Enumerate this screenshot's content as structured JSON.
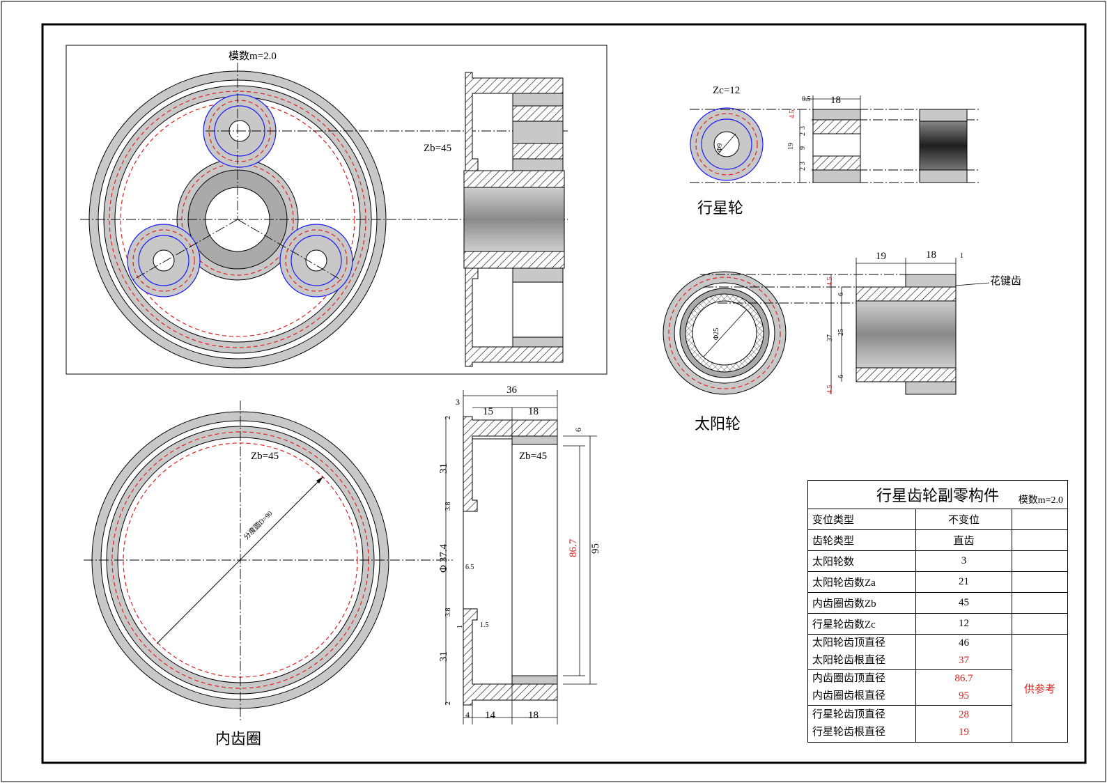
{
  "top_view": {
    "module": "模数m=2.0",
    "zb": "Zb=45"
  },
  "planet": {
    "title": "行星轮",
    "zc": "Zc=12",
    "dia": "Φ9",
    "dims": {
      "d05": "0.5",
      "d18": "18",
      "d45": "4.5",
      "d3a": "3",
      "d2": "2",
      "d9": "9",
      "d19": "19",
      "d3b": "3",
      "d2b": "2"
    }
  },
  "sun": {
    "title": "太阳轮",
    "dia": "Φ25",
    "spline": "花键齿",
    "dims": {
      "d19": "19",
      "d18": "18",
      "d1": "1",
      "d45a": "4.5",
      "d6a": "6",
      "d37": "37",
      "d25": "25",
      "d6b": "6",
      "d45b": "4.5"
    }
  },
  "ring": {
    "title": "内齿圈",
    "zb_face": "Zb=45",
    "pitch": "分度圆D=90",
    "zb_side": "Zb=45",
    "dims": {
      "d36": "36",
      "d3": "3",
      "d15": "15",
      "d18": "18",
      "d2a": "2",
      "d6": "6",
      "d31a": "31",
      "d38a": "3.8",
      "d374": "Φ 37.4",
      "d65": "6.5",
      "d38b": "3.8",
      "d1": "1",
      "d15b": "1.5",
      "d31b": "31",
      "d2b": "2",
      "d4": "4",
      "d14": "14",
      "d18b": "18",
      "d867": "86.7",
      "d95": "95"
    }
  },
  "spec": {
    "title": "行星齿轮副零构件",
    "module": "模数m=2.0",
    "note": "供参考",
    "rows": [
      {
        "label": "变位类型",
        "value": "不变位"
      },
      {
        "label": "齿轮类型",
        "value": "直齿"
      },
      {
        "label": "太阳轮数",
        "value": "3"
      },
      {
        "label": "太阳轮齿数Za",
        "value": "21"
      },
      {
        "label": "内齿圈齿数Zb",
        "value": "45"
      },
      {
        "label": "行星轮齿数Zc",
        "value": "12"
      },
      {
        "label": "太阳轮齿顶直径",
        "value": "46"
      },
      {
        "label": "太阳轮齿根直径",
        "value": "37"
      },
      {
        "label": "内齿圈齿顶直径",
        "value": "86.7"
      },
      {
        "label": "内齿圈齿根直径",
        "value": "95"
      },
      {
        "label": "行星轮齿顶直径",
        "value": "28"
      },
      {
        "label": "行星轮齿根直径",
        "value": "19"
      }
    ]
  },
  "colors": {
    "gear_fill": "#c8c8c8",
    "pitch_line": "#e0201c",
    "planet_outline": "#1a1aff",
    "dim_red": "#e0201c"
  }
}
